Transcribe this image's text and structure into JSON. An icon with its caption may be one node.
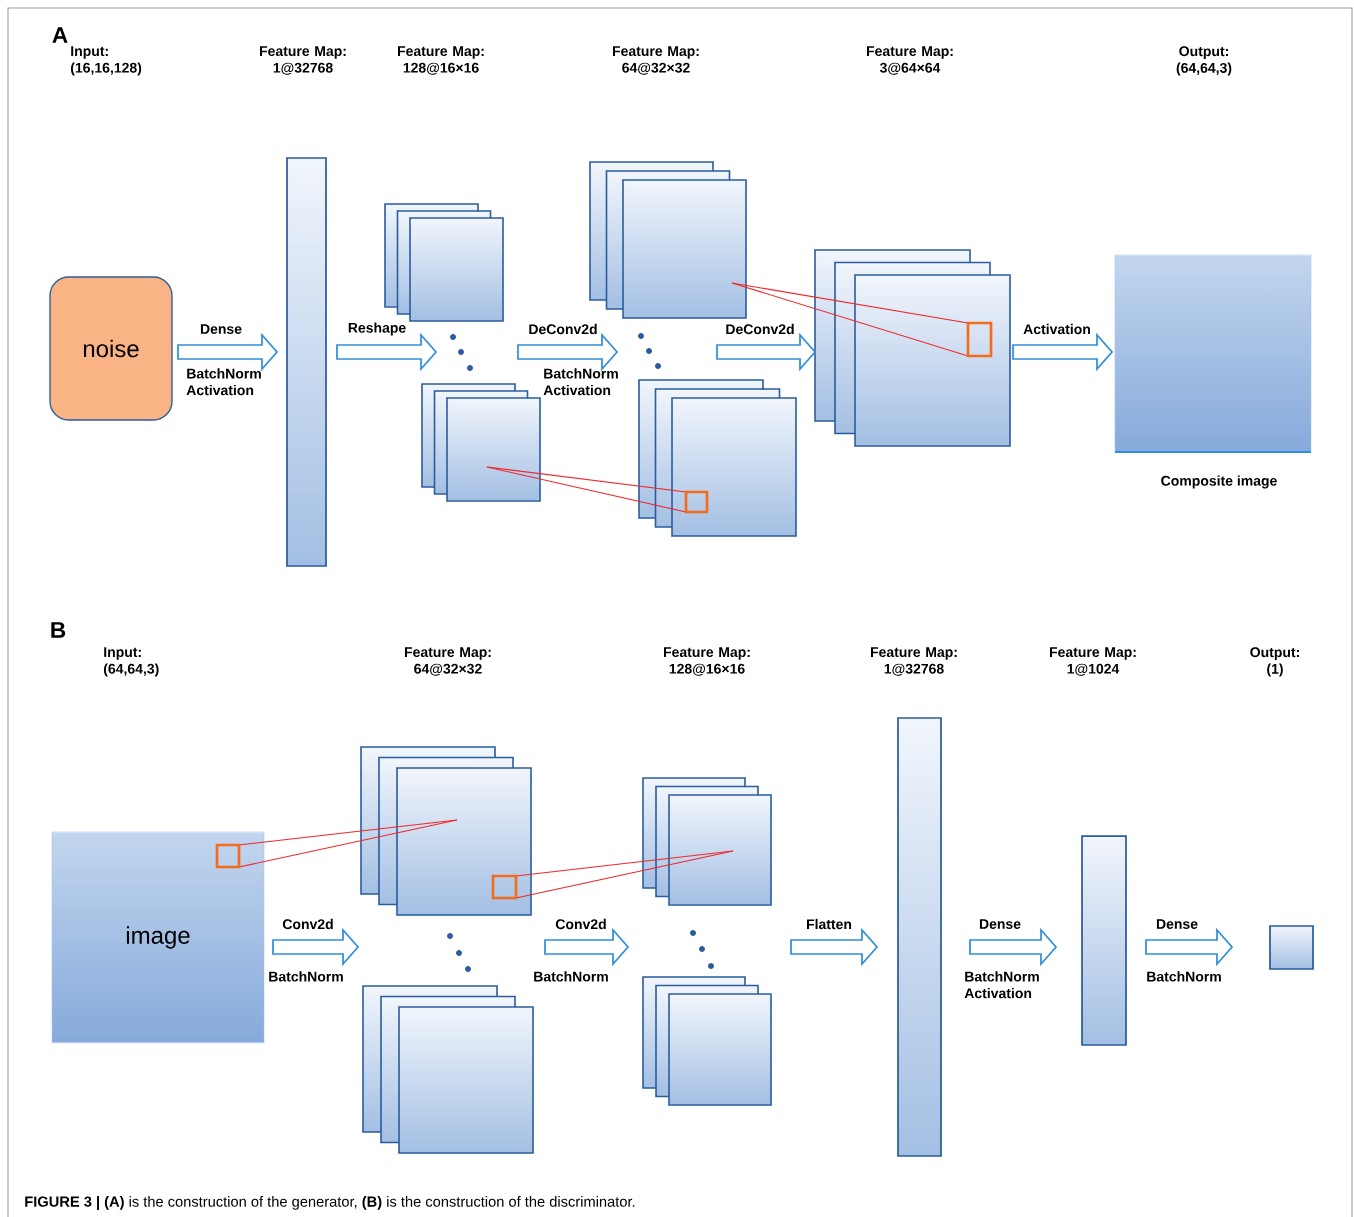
{
  "diagram": {
    "caption": "**FIGURE 3 | (A)** is the construction of the generator, **(B)** is the construction of the discriminator.",
    "nodes": [
      {
        "text": [
          "noise"
        ]
      },
      {
        "text": [],
        "shape": "bar"
      },
      {
        "text": [],
        "shape": "stack"
      },
      {
        "text": [],
        "shape": "stack"
      },
      {
        "text": [],
        "shape": "stack"
      },
      {
        "text": [],
        "shape": "box",
        "beside": [
          "Composite image"
        ]
      },
      {
        "text": [
          "image"
        ]
      },
      {
        "text": [],
        "shape": "stack"
      },
      {
        "text": [],
        "shape": "stack"
      },
      {
        "text": [],
        "shape": "bar"
      },
      {
        "text": [],
        "shape": "bar"
      },
      {
        "text": [],
        "shape": "box"
      }
    ],
    "edges": [
      {
        "from": 0,
        "to": 1,
        "arrow": "to",
        "label": "Dense"
      },
      {
        "from": 1,
        "to": 2,
        "arrow": "to",
        "label": "Reshape"
      },
      {
        "from": 2,
        "to": 3,
        "arrow": "to",
        "label": "DeConv2d"
      },
      {
        "from": 3,
        "to": 4,
        "arrow": "to",
        "label": "DeConv2d"
      },
      {
        "from": 4,
        "to": 5,
        "arrow": "to",
        "label": "Activation"
      },
      {
        "from": 6,
        "to": 7,
        "arrow": "to",
        "label": "Conv2d"
      },
      {
        "from": 7,
        "to": 8,
        "arrow": "to",
        "label": "Conv2d"
      },
      {
        "from": 8,
        "to": 9,
        "arrow": "to",
        "label": "Flatten"
      },
      {
        "from": 9,
        "to": 10,
        "arrow": "to",
        "label": "Dense"
      },
      {
        "from": 10,
        "to": 11,
        "arrow": "to",
        "label": "Dense"
      }
    ],
    "labels": [
      "A",
      "Input: (16,16,128)",
      "Feature Map: 1@32768",
      "Feature Map: 128@16×16",
      "Feature Map: 64@32×32",
      "Feature Map: 3@64×64",
      "Output: (64,64,3)",
      "BatchNorm Activation",
      "BatchNorm Activation",
      "B",
      "Input: (64,64,3)",
      "Feature Map: 64@32×32",
      "Feature Map: 128@16×16",
      "Feature Map: 1@32768",
      "Feature Map: 1@1024",
      "Output: (1)",
      "BatchNorm",
      "BatchNorm",
      "BatchNorm Activation",
      "BatchNorm"
    ]
  }
}
